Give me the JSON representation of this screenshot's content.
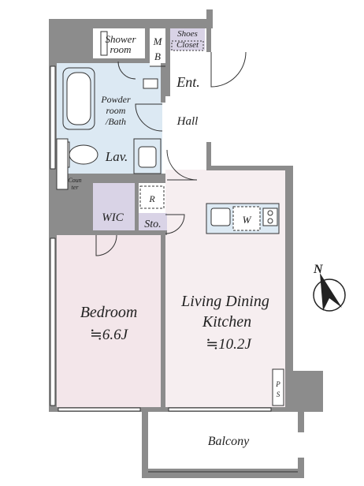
{
  "rooms": {
    "shower": [
      "Shower",
      "room"
    ],
    "mb": [
      "M",
      "B"
    ],
    "shoes": [
      "Shoes",
      "Closet"
    ],
    "entrance": "Ent.",
    "powder": [
      "Powder",
      "room",
      "/Bath"
    ],
    "hall": "Hall",
    "lav": "Lav.",
    "counter": [
      "Coun",
      "ter"
    ],
    "refrigerator": "R",
    "wic": "WIC",
    "storage": "Sto.",
    "washer": "W",
    "bedroom": {
      "name": "Bedroom",
      "area": "≒6.6J"
    },
    "ldk": {
      "name": [
        "Living Dining",
        "Kitchen"
      ],
      "area": "≒10.2J"
    },
    "ps": [
      "P",
      "S"
    ],
    "balcony": "Balcony"
  },
  "compass": {
    "north": "N"
  },
  "colors": {
    "wall": "#8c8c8c",
    "wet_area": "#dce9f3",
    "ldk_floor": "#f6eef0",
    "bedroom_floor": "#f3e6ea",
    "closet": "#d9d3e6",
    "kitchen_counter": "#dce9f3"
  }
}
